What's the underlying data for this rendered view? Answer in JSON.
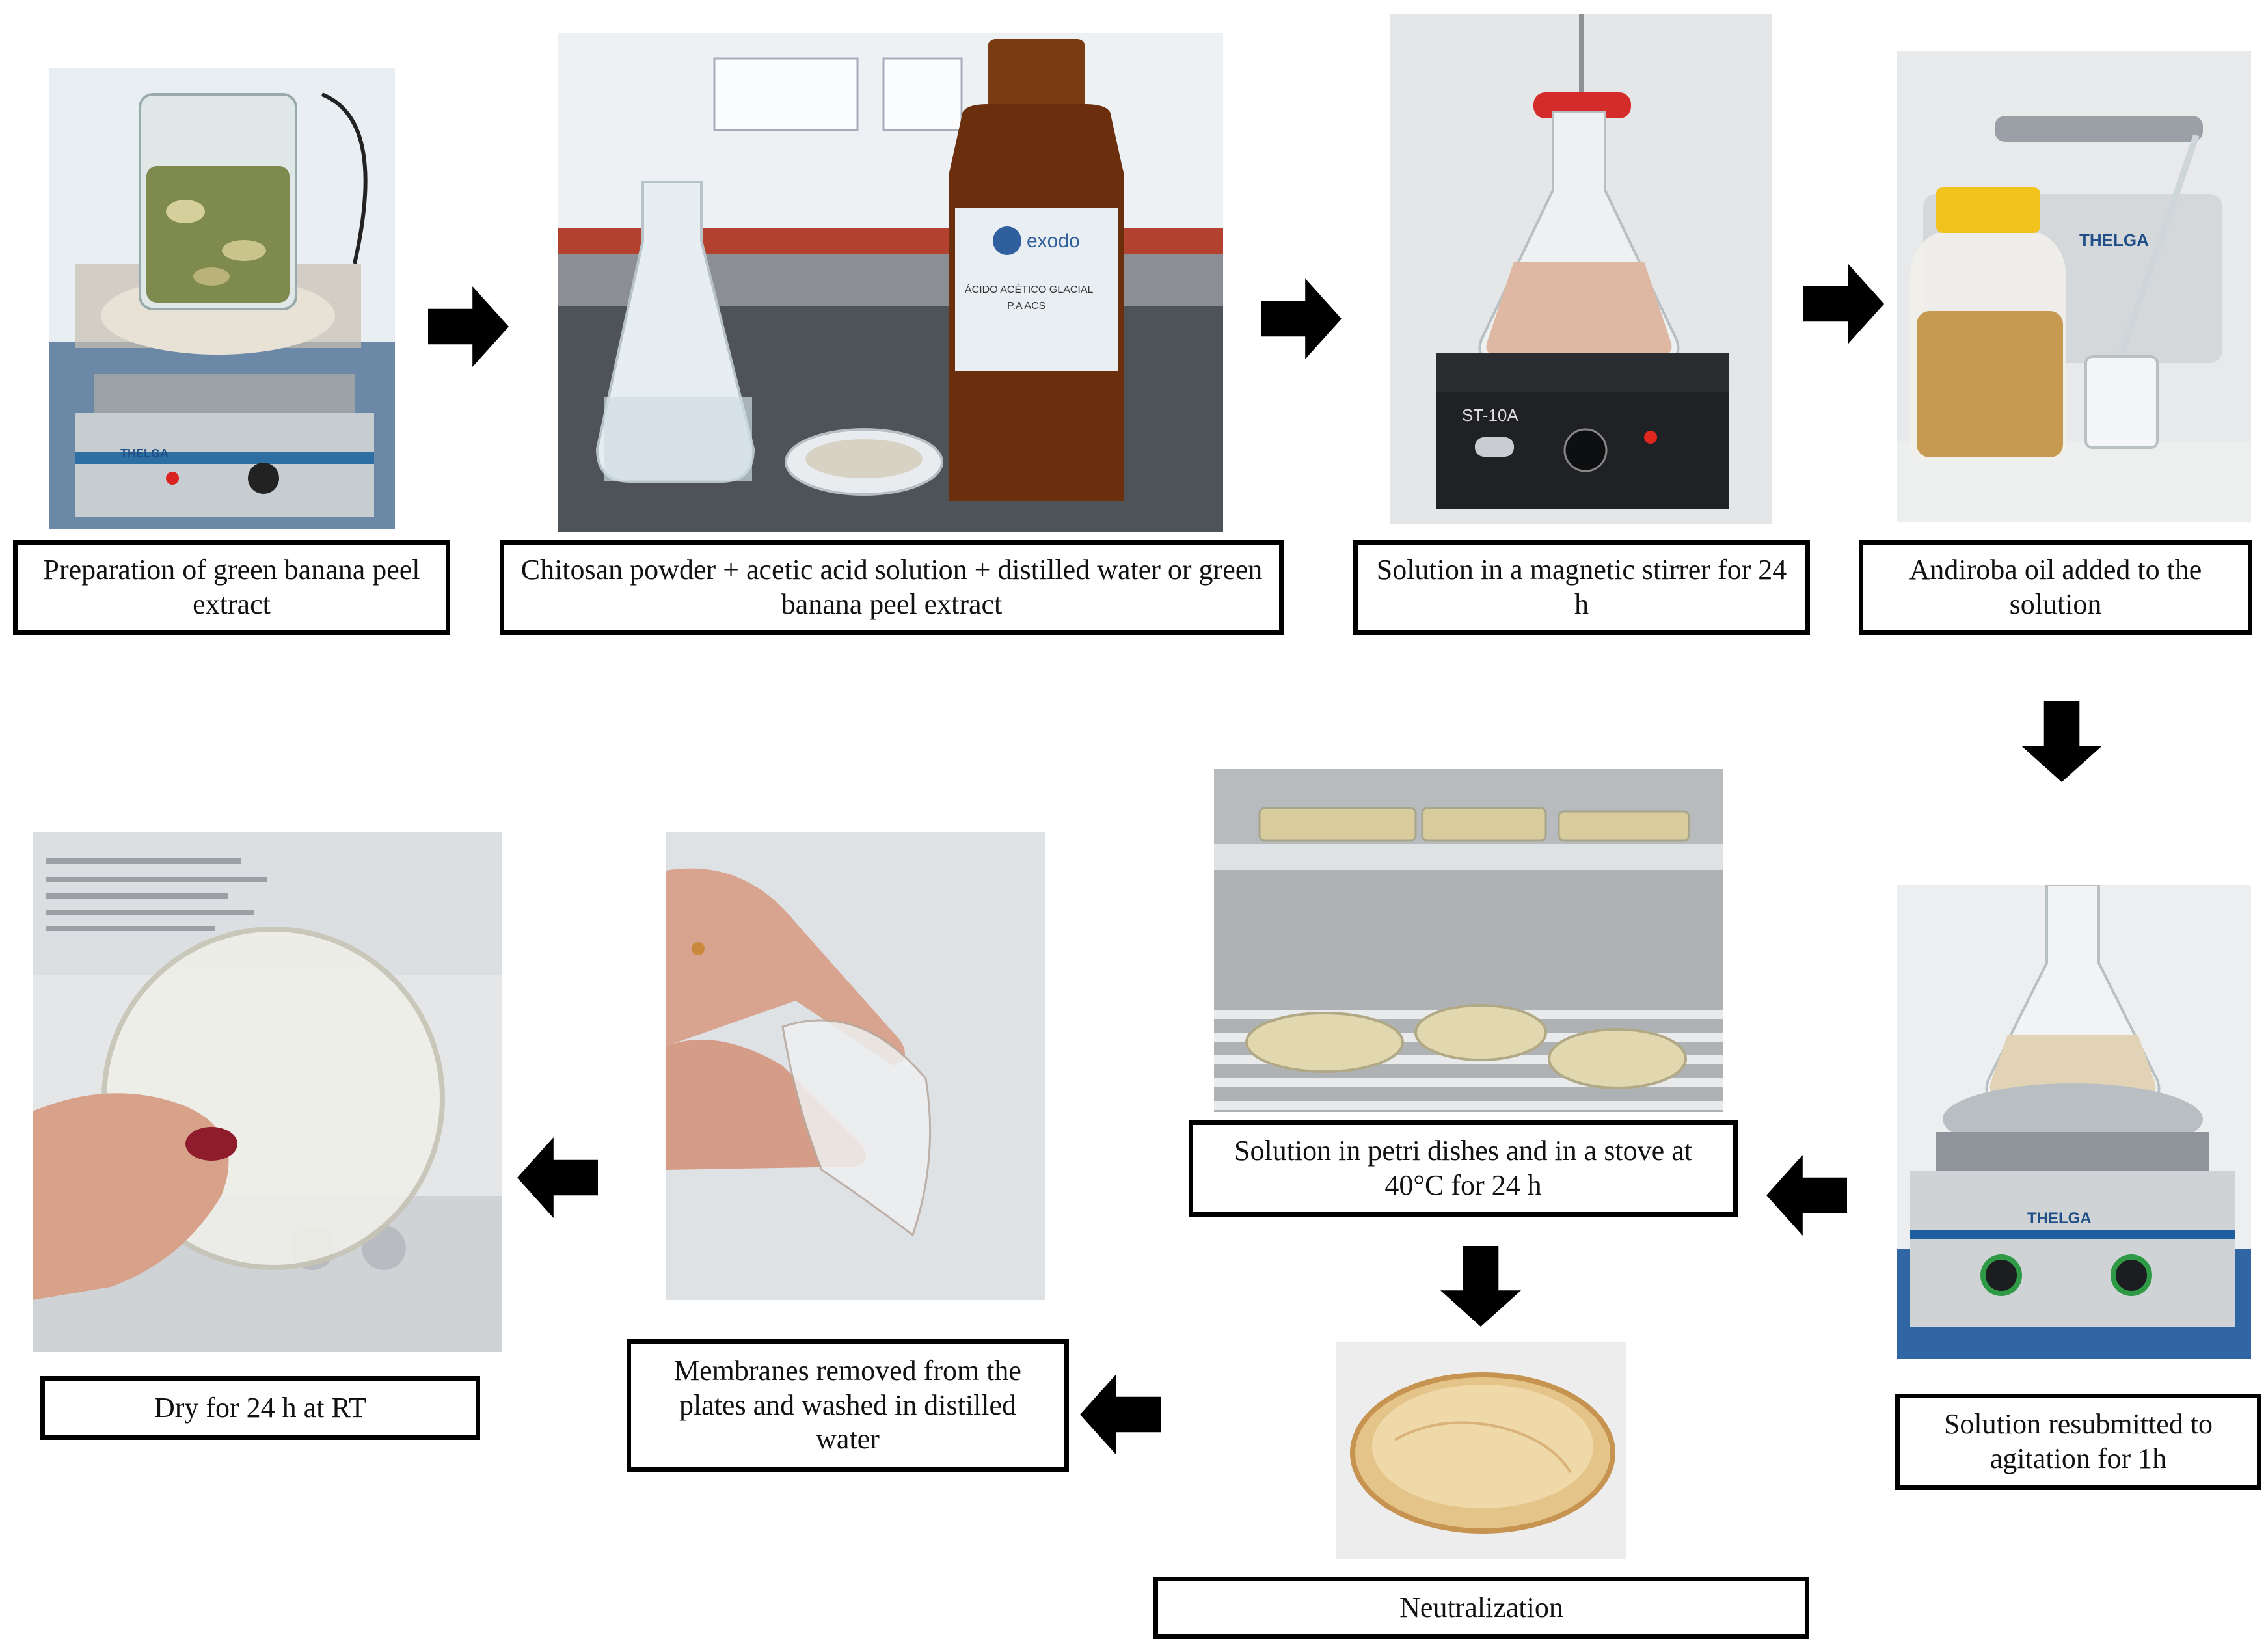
{
  "steps": [
    {
      "id": 1,
      "label": "Preparation of green banana peel extract"
    },
    {
      "id": 2,
      "label": "Chitosan powder + acetic acid solution + distilled water or green banana peel extract"
    },
    {
      "id": 3,
      "label": "Solution in a magnetic stirrer for 24 h"
    },
    {
      "id": 4,
      "label": "Andiroba oil added to the solution"
    },
    {
      "id": 5,
      "label": "Solution resubmitted to agitation for 1h"
    },
    {
      "id": 6,
      "label": "Solution in petri dishes and in a stove at 40°C for 24 h"
    },
    {
      "id": 7,
      "label": "Neutralization"
    },
    {
      "id": 8,
      "label": "Membranes removed from the plates and washed in distilled water"
    },
    {
      "id": 9,
      "label": "Dry for 24 h at RT"
    }
  ],
  "photo_text": {
    "brand": "THELGA",
    "bottle_brand": "exodo",
    "bottle_line1": "ÁCIDO ACÉTICO GLACIAL",
    "bottle_line2": "P.A ACS",
    "stirrer_model": "ST-10A"
  },
  "colors": {
    "box_border": "#000000",
    "arrow": "#000000",
    "text": "#111111"
  }
}
